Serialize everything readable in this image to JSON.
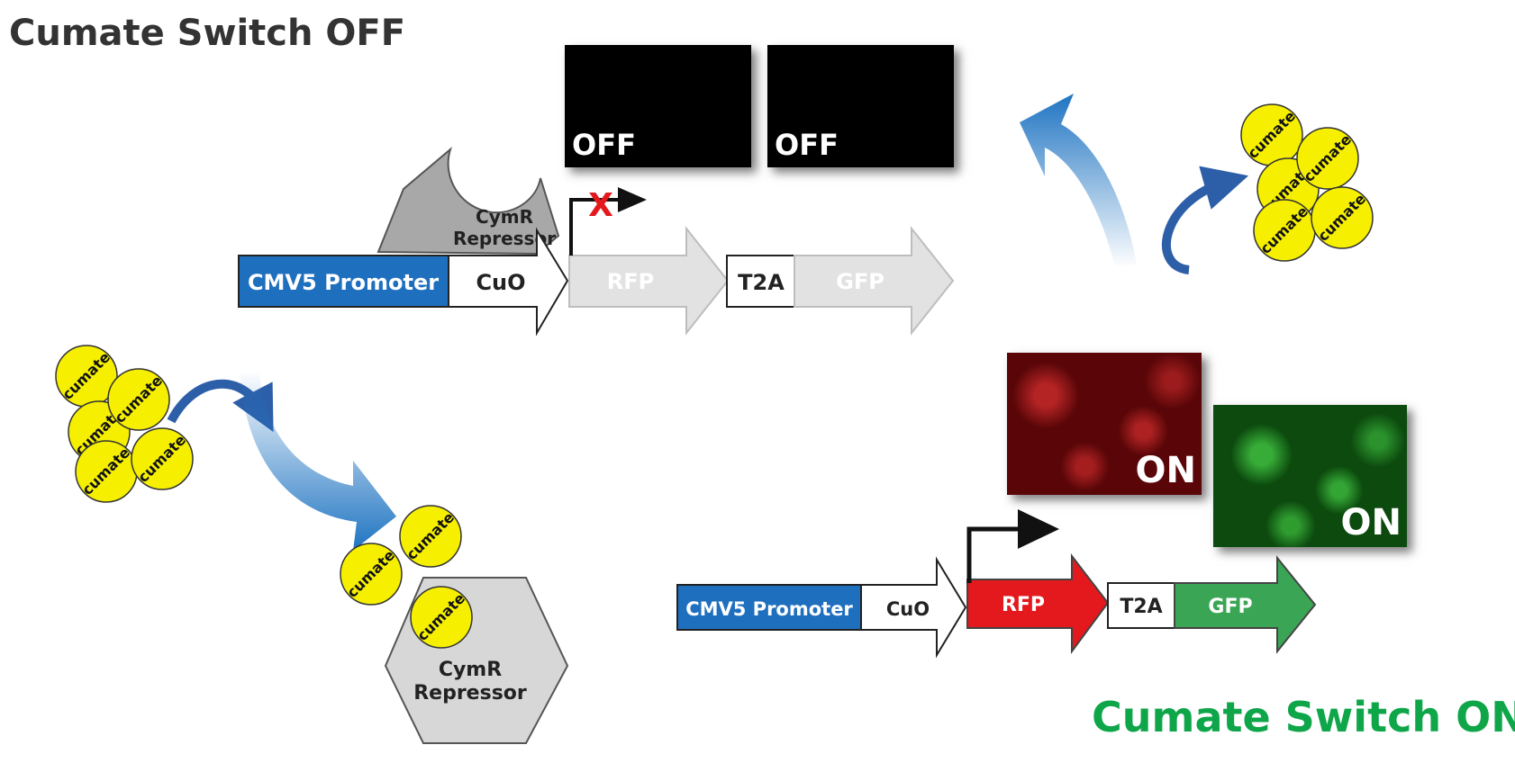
{
  "off_state": {
    "title": "Cumate Switch OFF",
    "panels": [
      "OFF",
      "OFF"
    ],
    "promoter": "CMV5 Promoter",
    "operator": "CuO",
    "reporter1": "RFP",
    "linker": "T2A",
    "reporter2": "GFP",
    "repressor": "CymR Repressor",
    "blocked_mark": "X"
  },
  "on_state": {
    "title": "Cumate Switch ON",
    "panels": [
      "ON",
      "ON"
    ],
    "promoter": "CMV5 Promoter",
    "operator": "CuO",
    "reporter1": "RFP",
    "linker": "T2A",
    "reporter2": "GFP"
  },
  "free_repressor": "CymR Repressor",
  "molecule_label": "cumate",
  "colors": {
    "promoter_blue": "#1f6fbf",
    "rfp_red": "#e3191d",
    "gfp_green": "#3aa655",
    "cumate_yellow": "#f6f000",
    "repressor_gray": "#a8a8a8",
    "off_element_gray": "#e2e2e2",
    "flow_arrow_blue": "#1f74c2",
    "on_title_green": "#0fa64a",
    "blocked_red": "#e3191d"
  }
}
